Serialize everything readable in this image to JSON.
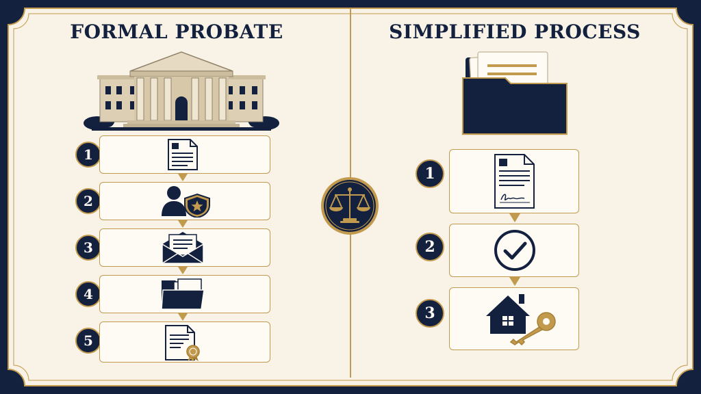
{
  "titles": {
    "left": "FORMAL PROBATE",
    "right": "SIMPLIFIED PROCESS"
  },
  "formal_steps": [
    {
      "number": "1",
      "icon": "document-icon"
    },
    {
      "number": "2",
      "icon": "person-shield-icon"
    },
    {
      "number": "3",
      "icon": "envelope-letter-icon"
    },
    {
      "number": "4",
      "icon": "folder-files-icon"
    },
    {
      "number": "5",
      "icon": "certificate-seal-icon"
    }
  ],
  "simplified_steps": [
    {
      "number": "1",
      "icon": "signed-document-icon"
    },
    {
      "number": "2",
      "icon": "checkmark-circle-icon"
    },
    {
      "number": "3",
      "icon": "house-key-icon"
    }
  ],
  "center_icon": "scales-of-justice-icon",
  "header_icons": {
    "left": "courthouse-icon",
    "right": "folder-documents-icon"
  },
  "colors": {
    "navy": "#13213f",
    "gold": "#c29a4e",
    "cream": "#f8f3e6"
  }
}
